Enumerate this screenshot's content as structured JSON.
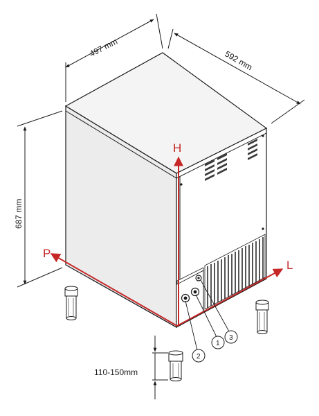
{
  "dimensions": {
    "width": "497 mm",
    "depth": "592 mm",
    "height": "687 mm",
    "feet": "110-150mm"
  },
  "axes": {
    "h": "H",
    "p": "P",
    "l": "L"
  },
  "callouts": {
    "one": "1",
    "two": "2",
    "three": "3"
  },
  "colors": {
    "axis": "#c62828",
    "line": "#1a1a1a"
  }
}
